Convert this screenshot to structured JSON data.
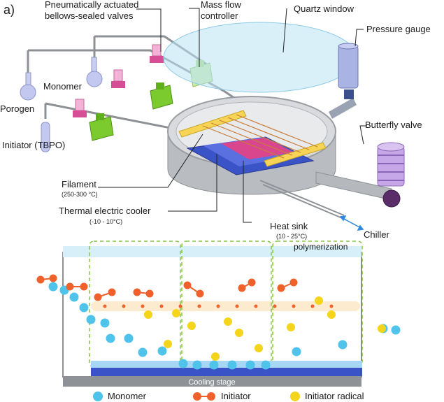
{
  "panel_label": "a)",
  "apparatus": {
    "valves_label": [
      "Pneumatically actuated",
      "bellows-sealed valves"
    ],
    "mfc_label": [
      "Mass flow",
      "controller"
    ],
    "window_label": "Quartz window",
    "gauge_label": "Pressure gauge",
    "monomer_label": "Monomer",
    "porogen_label": "Porogen",
    "butterfly_label": "Butterfly valve",
    "initiator_label": "Initiator (TBPO)",
    "filament_label": "Filament",
    "filament_temp": "(250-300 °C)",
    "tec_label": "Thermal electric cooler",
    "tec_temp": "(-10 - 10°C)",
    "heatsink_label": "Heat sink",
    "heatsink_temp": "(10 - 25°C)",
    "chiller_label": "Chiller"
  },
  "process": {
    "stage_label": "polymerization",
    "cooling_label": "Cooling stage"
  },
  "legend": {
    "monomer": "Monomer",
    "initiator": "Initiator",
    "radical": "Initiator radical"
  },
  "colors": {
    "monomer": "#4fc3ea",
    "initiator": "#f0602a",
    "radical": "#f5d41c",
    "valve_pink": "#e46bb0",
    "mfc_green": "#7ccb2e",
    "chamber_blue": "#3a53c7",
    "filament_yellow": "#f7d455",
    "dashed_green": "#86c540"
  }
}
